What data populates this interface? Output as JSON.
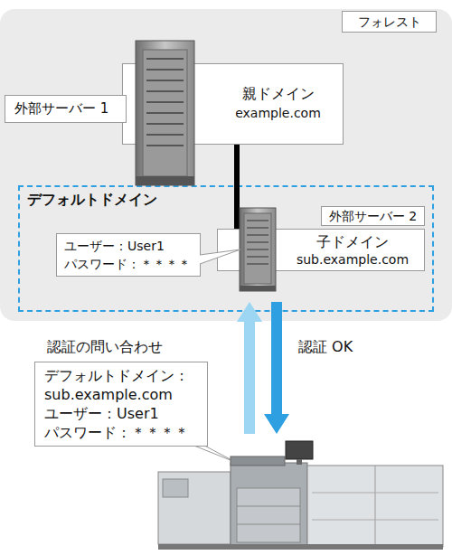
{
  "diagram": {
    "nodes": [
      {
        "text": [
          "フォレスト"
        ]
      },
      {
        "text": [
          "外部サーバー 1"
        ],
        "in": 0
      },
      {
        "text": [
          "親ドメイン",
          "example.com"
        ],
        "in": 0
      },
      {
        "text": [
          "デフォルトドメイン"
        ],
        "in": 0
      },
      {
        "text": [
          "外部サーバー 2"
        ],
        "in": 3
      },
      {
        "text": [
          "ユーザー：User1",
          "パスワード：＊＊＊＊"
        ],
        "in": 3
      },
      {
        "text": [
          "子ドメイン",
          "sub.example.com"
        ],
        "in": 3
      },
      {
        "text": [
          "デフォルトドメイン： sub.example.com",
          "ユーザー：User1",
          "パスワード：＊＊＊＊"
        ]
      }
    ],
    "edges": [
      {
        "from": 2,
        "to": 6,
        "arrow": "none"
      }
    ],
    "labels": [
      "認証の問い合わせ",
      "認証 OK"
    ]
  }
}
